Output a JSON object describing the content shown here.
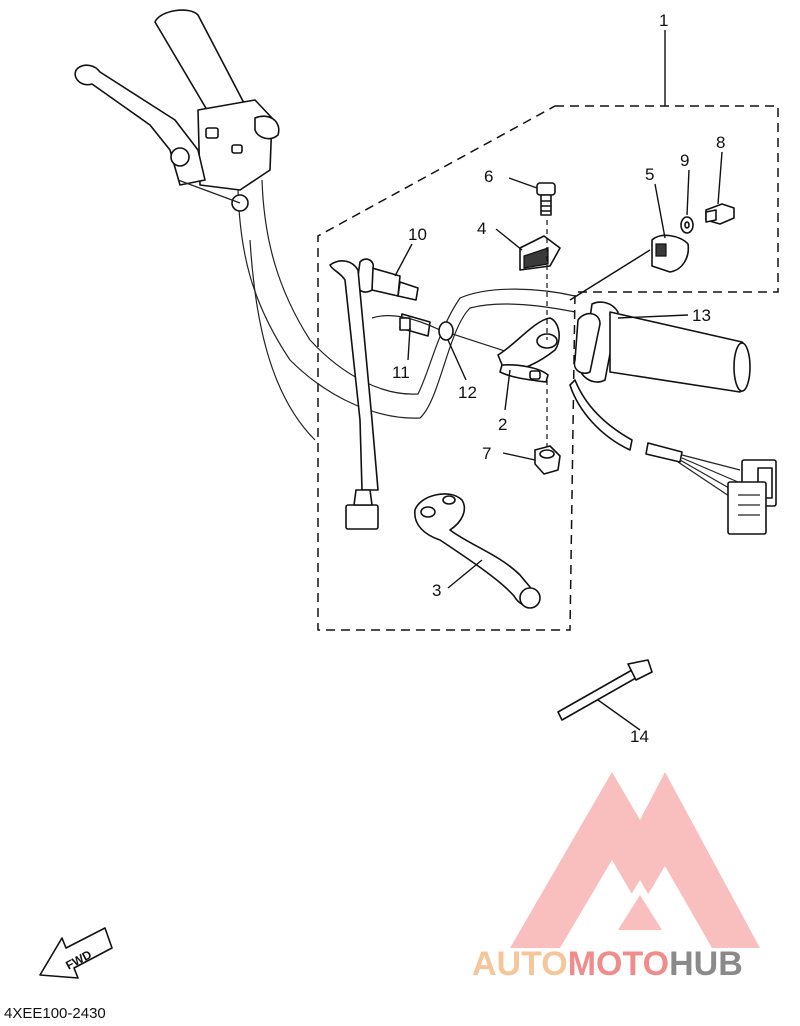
{
  "callouts": [
    "1",
    "2",
    "3",
    "4",
    "5",
    "6",
    "7",
    "8",
    "9",
    "10",
    "11",
    "12",
    "13",
    "14"
  ],
  "diagram_code": "4XEE100-2430",
  "fwd_label": "FWD",
  "watermark": {
    "word_part1": "AUTO",
    "word_part2": "MOTO",
    "word_part3": "HUB",
    "colors": {
      "part1": "#f7c59a",
      "part2": "#f08c8c",
      "part3": "#8a8a8a",
      "logo": "#f26d6d"
    }
  }
}
